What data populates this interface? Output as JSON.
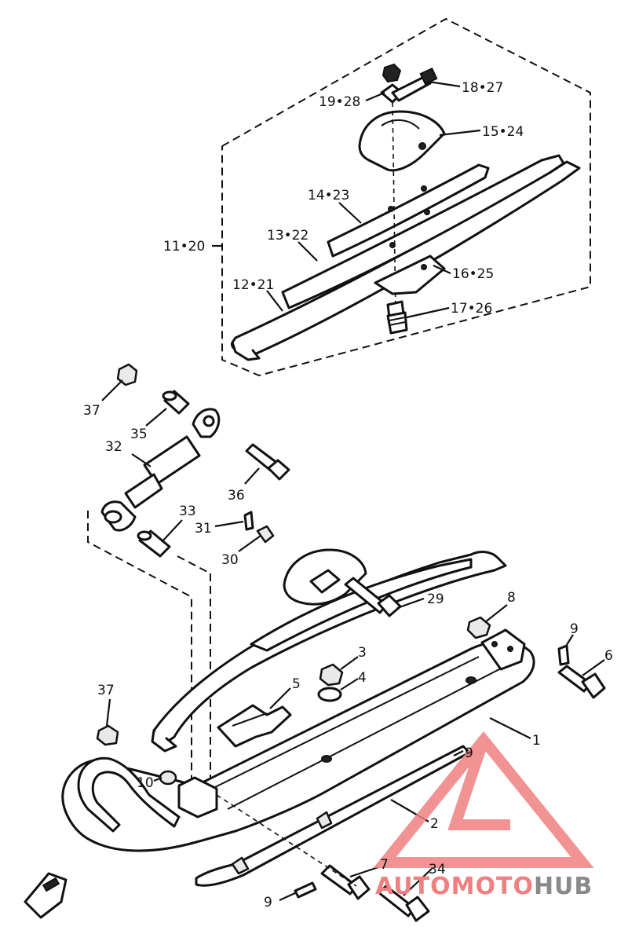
{
  "callouts": [
    {
      "id": "c19_28",
      "text": "19•28"
    },
    {
      "id": "c18_27",
      "text": "18•27"
    },
    {
      "id": "c15_24",
      "text": "15•24"
    },
    {
      "id": "c14_23",
      "text": "14•23"
    },
    {
      "id": "c13_22",
      "text": "13•22"
    },
    {
      "id": "c11_20",
      "text": "11•20"
    },
    {
      "id": "c16_25",
      "text": "16•25"
    },
    {
      "id": "c12_21",
      "text": "12•21"
    },
    {
      "id": "c17_26",
      "text": "17•26"
    },
    {
      "id": "c37a",
      "text": "37"
    },
    {
      "id": "c35",
      "text": "35"
    },
    {
      "id": "c32",
      "text": "32"
    },
    {
      "id": "c36",
      "text": "36"
    },
    {
      "id": "c33",
      "text": "33"
    },
    {
      "id": "c31",
      "text": "31"
    },
    {
      "id": "c30",
      "text": "30"
    },
    {
      "id": "c29",
      "text": "29"
    },
    {
      "id": "c8",
      "text": "8"
    },
    {
      "id": "c9a",
      "text": "9"
    },
    {
      "id": "c6",
      "text": "6"
    },
    {
      "id": "c3",
      "text": "3"
    },
    {
      "id": "c4",
      "text": "4"
    },
    {
      "id": "c5",
      "text": "5"
    },
    {
      "id": "c37b",
      "text": "37"
    },
    {
      "id": "c1",
      "text": "1"
    },
    {
      "id": "c9b",
      "text": "9"
    },
    {
      "id": "c10",
      "text": "10"
    },
    {
      "id": "c2",
      "text": "2"
    },
    {
      "id": "c7",
      "text": "7"
    },
    {
      "id": "c34",
      "text": "34"
    },
    {
      "id": "c9c",
      "text": "9"
    }
  ],
  "watermark": {
    "part1": "AUTO",
    "part2": "MOTO",
    "part3": "HUB",
    "color_red": "#f08080",
    "color_grey": "#8a8a8a"
  },
  "colors": {
    "ink": "#111111",
    "paper": "#ffffff"
  }
}
